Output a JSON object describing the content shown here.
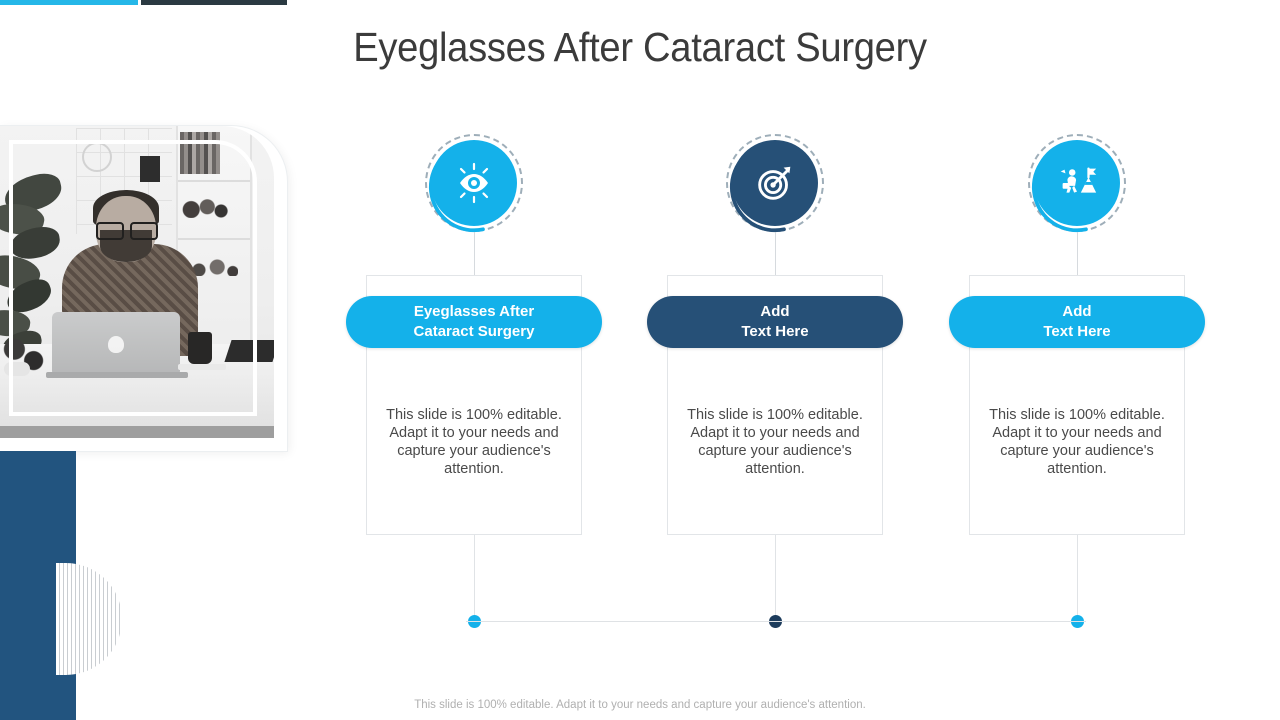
{
  "slide": {
    "title": "Eyeglasses After Cataract Surgery",
    "footer_note": "This slide is 100% editable. Adapt it to your needs and capture your audience's attention."
  },
  "decor": {
    "topbar_cyan_color": "#25b7e8",
    "topbar_dark_color": "#2b3a42",
    "navy_block_color": "#22547f",
    "striped_shape_name": "striped-half-circle"
  },
  "photo": {
    "alt": "Man with eyeglasses and beard working on a laptop at a white desk with a plant and shelving",
    "frame_style": "rounded-top-right-white-frame"
  },
  "colors": {
    "cyan": "#14b1ea",
    "navy": "#265077",
    "card_border": "#e2e5e8",
    "body_text": "#4a4a4a",
    "title_text": "#3b3b3b",
    "footer_text": "#b0b0b0"
  },
  "columns": [
    {
      "icon": "eye-vision-icon",
      "icon_bg": "#14b1ea",
      "ring_color": "#14b1ea",
      "pill_bg": "#14b1ea",
      "pill_line1": "Eyeglasses After",
      "pill_line2": "Cataract Surgery",
      "body": "This slide is 100% editable. Adapt it to your needs and capture your audience's attention.",
      "dot_color": "#14b1ea"
    },
    {
      "icon": "target-arrow-icon",
      "icon_bg": "#265077",
      "ring_color": "#265077",
      "pill_bg": "#265077",
      "pill_line1": "Add",
      "pill_line2": "Text Here",
      "body": "This slide is 100% editable. Adapt it to your needs and capture your audience's attention.",
      "dot_color": "#1d3c5c"
    },
    {
      "icon": "mountain-flag-achievement-icon",
      "icon_bg": "#14b1ea",
      "ring_color": "#14b1ea",
      "pill_bg": "#14b1ea",
      "pill_line1": "Add",
      "pill_line2": "Text Here",
      "body": "This slide is 100% editable. Adapt it to your needs and capture your audience's attention.",
      "dot_color": "#14b1ea"
    }
  ]
}
